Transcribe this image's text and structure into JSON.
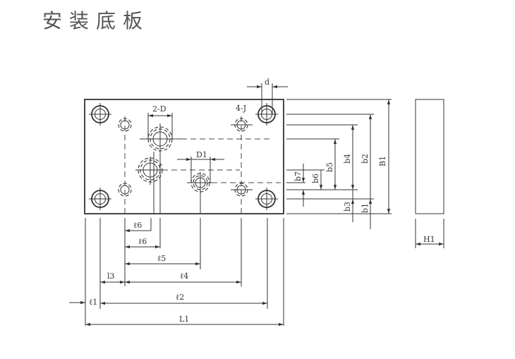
{
  "title": "安装底板",
  "labels": {
    "d": "d",
    "two_D": "2-D",
    "four_J": "4-J",
    "D1": "D1",
    "b1": "b1",
    "b2": "b2",
    "b3": "b3",
    "b4": "b4",
    "b5": "b5",
    "b6": "b6",
    "b7": "b7",
    "B1": "B1",
    "H1": "H1",
    "l1": "ℓ1",
    "l2": "ℓ2",
    "l3": "l3",
    "l4": "ℓ4",
    "l5": "ℓ5",
    "l6a": "ℓ6",
    "l6b": "ℓ6",
    "L1": "L1"
  }
}
